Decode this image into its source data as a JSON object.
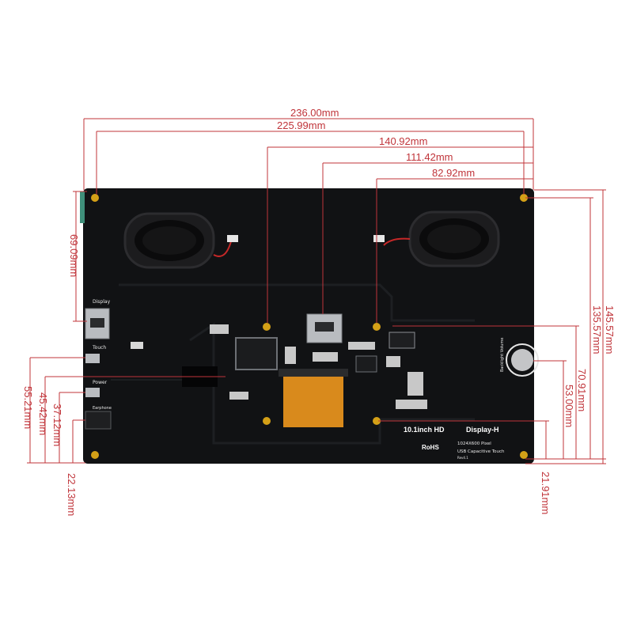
{
  "dimensions": {
    "top": [
      "236.00mm",
      "225.99mm",
      "140.92mm",
      "111.42mm",
      "82.92mm"
    ],
    "left": [
      "69.09mm",
      "55.21mm",
      "45.42mm",
      "37.12mm",
      "22.13mm"
    ],
    "right": [
      "145.57mm",
      "135.57mm",
      "70.91mm",
      "53.00mm",
      "21.91mm"
    ]
  },
  "board": {
    "port_display": "Display",
    "port_touch": "Touch",
    "port_power": "Power",
    "port_earphone": "Earphone",
    "backlight": "Backlight Volume",
    "model": "10.1inch HD",
    "product": "Display-H",
    "rohs": "RoHS",
    "pixel": "1024X600 Pixel",
    "touch": "USB Capacitive Touch",
    "rev": "Rev4.1"
  },
  "colors": {
    "dimension": "#c0343a",
    "board": "#111214",
    "gold_pad": "#d4a017",
    "fpc": "#d98a1c"
  }
}
